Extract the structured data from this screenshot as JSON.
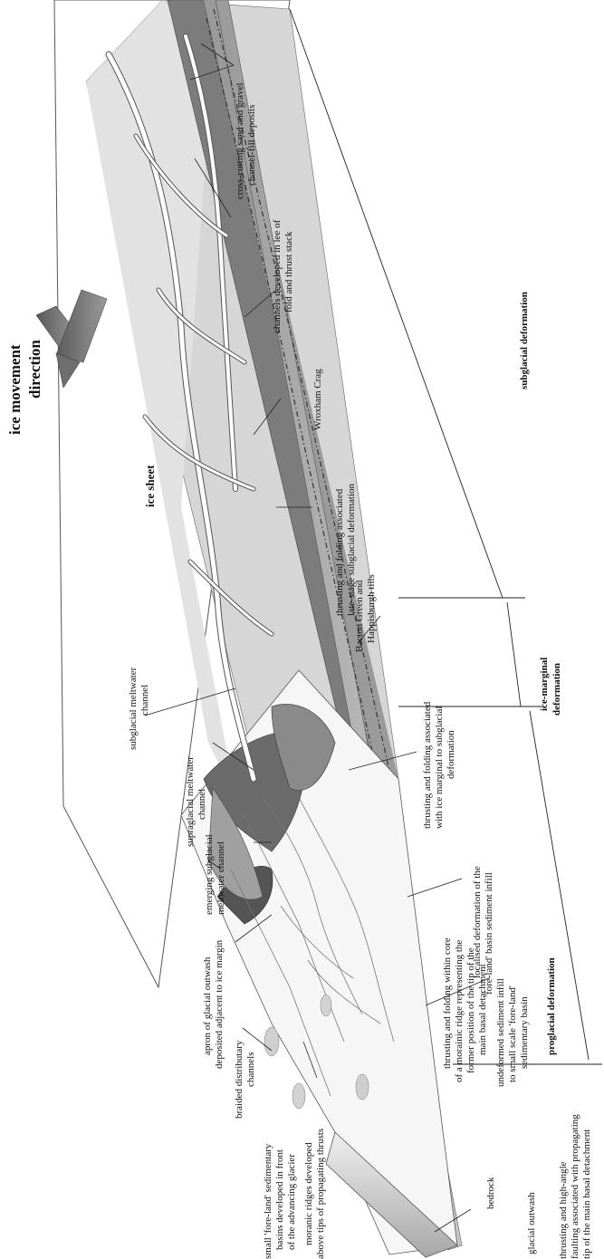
{
  "title": {
    "line1": "ice movement",
    "line2": "direction"
  },
  "ice_sheet_label": "ice sheet",
  "zones": {
    "subglacial": "subglacial deformation",
    "ice_marginal_1": "ice-marginal",
    "ice_marginal_2": "deformation",
    "proglacial": "proglacial deformation"
  },
  "labels": {
    "cross_cutting_1": "cross-cutting sand and gravel",
    "cross_cutting_2": "channel-fill deposits",
    "channels_lee_1": "channels developed in lee of",
    "channels_lee_2": "fold and thrust stack",
    "wroxham": "Wroxham Crag",
    "thrusting_late_1": "thrusting and folding associated",
    "thrusting_late_2": "late-stage subglacial deformation",
    "bacton_1": "Bacton Green and",
    "bacton_2": "Happisburgh tills",
    "thrust_marginal_1": "thrusting and folding associated",
    "thrust_marginal_2": "with ice marginal to subglacial",
    "thrust_marginal_3": "deformation",
    "subglacial_channel_1": "subglacial meltwater",
    "subglacial_channel_2": "channel",
    "supraglacial_1": "supraglacial meltwater",
    "supraglacial_2": "channel",
    "localised_1": "localised deformation of the",
    "localised_2": "'fore-land' basin sediment infill",
    "emerging_1": "emerging subglacial",
    "emerging_2": "meltwater channel",
    "morainic_core_1": "thrusting and folding within core",
    "morainic_core_2": "of a morainic ridge representing the",
    "morainic_core_3": "former position of the tip of the",
    "morainic_core_4": "main basal detachment",
    "apron_1": "apron of glacial outwash",
    "apron_2": "deposited adjacent to ice margin",
    "undeformed_1": "undeformed sediment infill",
    "undeformed_2": "to small scale 'fore-land'",
    "undeformed_3": "sedimentary basin",
    "braided_1": "braided distributary",
    "braided_2": "channels",
    "small_basins_1": "small 'fore-land' sedimentary",
    "small_basins_2": "basins developed in front",
    "small_basins_3": "of the advancing glacier",
    "moranic_ridges_1": "moranic ridges developed",
    "moranic_ridges_2": "above tips of propagating thrusts",
    "bedrock": "bedrock",
    "glacial_outwash": "glacial outwash",
    "thrust_high_1": "thrusting and high-angle",
    "thrust_high_2": "faulting associated with propagating",
    "thrust_high_3": "tip of the main basal detachment"
  },
  "colors": {
    "ice_light": "#d9d9d9",
    "ice_mid": "#bdbdbd",
    "till_dark": "#7a7a7a",
    "thrust_band": "#8c8c8c",
    "outwash": "#f4f4f4",
    "arrow": "#6e6e6e"
  }
}
